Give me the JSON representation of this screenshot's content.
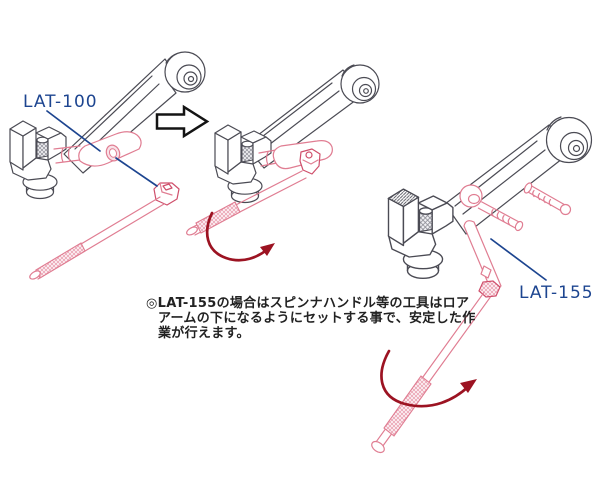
{
  "diagram": {
    "labels": {
      "lat100": "LAT-100",
      "lat155": "LAT-155"
    },
    "note": {
      "lines": [
        "◎LAT-155の場合はスピンナハンドル等の工具はロア",
        "アームの下になるようにセットする事で、安定した作",
        "業が行えます。"
      ]
    },
    "icons": {
      "transition": "double-outline-arrow-right",
      "rotation": "curved-rotation-arrow"
    },
    "colors": {
      "background": "#ffffff",
      "line_art": "#4b4b54",
      "tool_pink": "#e07d92",
      "tool_pink_dark": "#cf4f6b",
      "arrow_red": "#9c1322",
      "label_blue": "#1d4590",
      "note_text": "#222222"
    }
  }
}
